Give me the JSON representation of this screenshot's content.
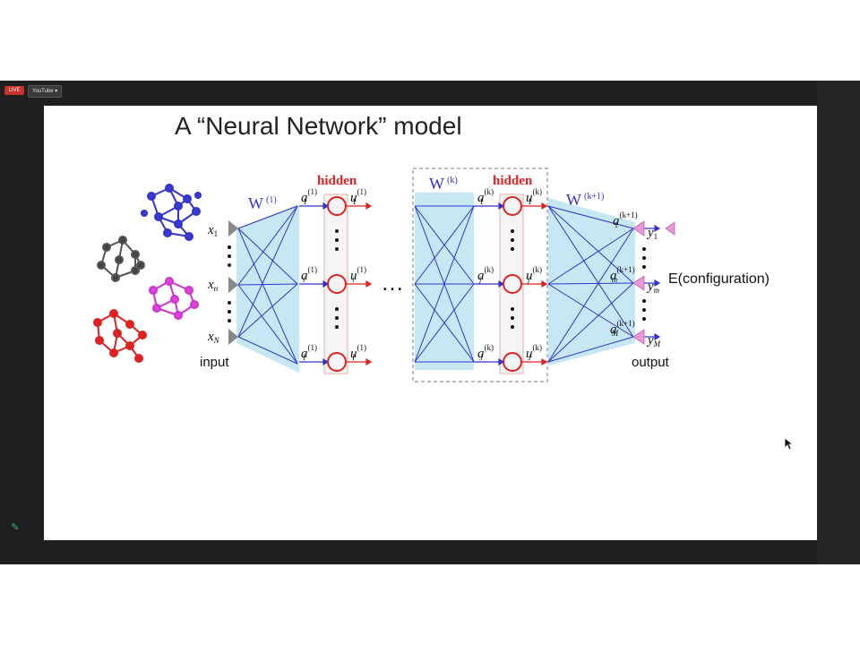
{
  "toolbar": {
    "live_label": "LIVE",
    "platform_label": "YouTube ▾"
  },
  "icons": {
    "pencil": "pencil-icon",
    "cursor": "mouse-pointer-icon"
  },
  "slide": {
    "title": "A “Neural Network” model",
    "labels": {
      "hidden": "hidden",
      "input": "input",
      "output": "output",
      "energy": "E(configuration)",
      "ellipsis": "…"
    },
    "weights": {
      "w1_base": "W",
      "w1_sup": "(1)",
      "wk_base": "W",
      "wk_sup": "(k)",
      "wk1_base": "W",
      "wk1_sup": "(k+1)"
    },
    "inputs": [
      {
        "base": "x",
        "sub": "1"
      },
      {
        "base": "x",
        "sub": "n"
      },
      {
        "base": "x",
        "sub": "N"
      }
    ],
    "layer1_a": [
      {
        "base": "a",
        "sub": "1",
        "sup": "(1)"
      },
      {
        "base": "a",
        "sub": "i",
        "sup": "(1)"
      },
      {
        "base": "a",
        "sub": "I",
        "sup": "(1)"
      }
    ],
    "layer1_u": [
      {
        "base": "u",
        "sub": "1",
        "sup": "(1)"
      },
      {
        "base": "u",
        "sub": "i",
        "sup": "(1)"
      },
      {
        "base": "u",
        "sub": "I",
        "sup": "(1)"
      }
    ],
    "layerk_a": [
      {
        "base": "a",
        "sub": "1",
        "sup": "(k)"
      },
      {
        "base": "a",
        "sub": "j",
        "sup": "(k)"
      },
      {
        "base": "a",
        "sub": "J",
        "sup": "(k)"
      }
    ],
    "layerk_u": [
      {
        "base": "u",
        "sub": "1",
        "sup": "(k)"
      },
      {
        "base": "u",
        "sub": "j",
        "sup": "(k)"
      },
      {
        "base": "u",
        "sub": "J",
        "sup": "(k)"
      }
    ],
    "out_a": [
      {
        "base": "a",
        "sub": "1",
        "sup": "(k+1)"
      },
      {
        "base": "a",
        "sub": "m",
        "sup": "(k+1)"
      },
      {
        "base": "a",
        "sub": "M",
        "sup": "(k+1)"
      }
    ],
    "outputs": [
      {
        "base": "y",
        "sub": "1"
      },
      {
        "base": "y",
        "sub": "m"
      },
      {
        "base": "y",
        "sub": "M"
      }
    ]
  },
  "colors": {
    "blue": "#3333cc",
    "red": "#dd2222",
    "fill": "#c6e8f5",
    "gray": "#888888",
    "pink": "#e89ad8"
  }
}
